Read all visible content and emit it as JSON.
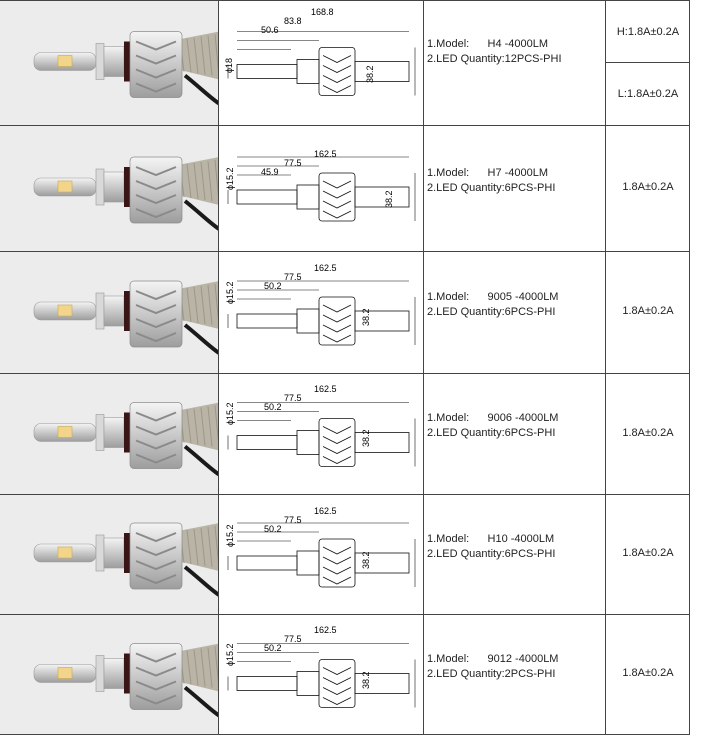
{
  "rows": [
    {
      "model_line": "1.Model:      H4 -4000LM",
      "qty_line": "2.LED Quantity:12PCS-PHI",
      "current_high": "H:1.8A±0.2A",
      "current_low": "L:1.8A±0.2A",
      "dims": {
        "length": "168.8",
        "mid": "83.8",
        "short": "50.6",
        "dia": "ϕ18",
        "height": "38.2"
      }
    },
    {
      "model_line": "1.Model:      H7 -4000LM",
      "qty_line": "2.LED Quantity:6PCS-PHI",
      "current": "1.8A±0.2A",
      "dims": {
        "length": "162.5",
        "mid": "77.5",
        "short": "45.9",
        "dia": "ϕ15.2",
        "height": "38.2"
      }
    },
    {
      "model_line": "1.Model:      9005 -4000LM",
      "qty_line": "2.LED Quantity:6PCS-PHI",
      "current": "1.8A±0.2A",
      "dims": {
        "length": "162.5",
        "mid": "77.5",
        "short": "50.2",
        "dia": "ϕ15.2",
        "height": "38.2"
      }
    },
    {
      "model_line": "1.Model:      9006 -4000LM",
      "qty_line": "2.LED Quantity:6PCS-PHI",
      "current": "1.8A±0.2A",
      "dims": {
        "length": "162.5",
        "mid": "77.5",
        "short": "50.2",
        "dia": "ϕ15.2",
        "height": "38.2"
      }
    },
    {
      "model_line": "1.Model:      H10 -4000LM",
      "qty_line": "2.LED Quantity:6PCS-PHI",
      "current": "1.8A±0.2A",
      "dims": {
        "length": "162.5",
        "mid": "77.5",
        "short": "50.2",
        "dia": "ϕ15.2",
        "height": "38.2"
      }
    },
    {
      "model_line": "1.Model:      9012 -4000LM",
      "qty_line": "2.LED Quantity:2PCS-PHI",
      "current": "1.8A±0.2A",
      "dims": {
        "length": "162.5",
        "mid": "77.5",
        "short": "50.2",
        "dia": "ϕ15.2",
        "height": "38.2"
      }
    }
  ]
}
